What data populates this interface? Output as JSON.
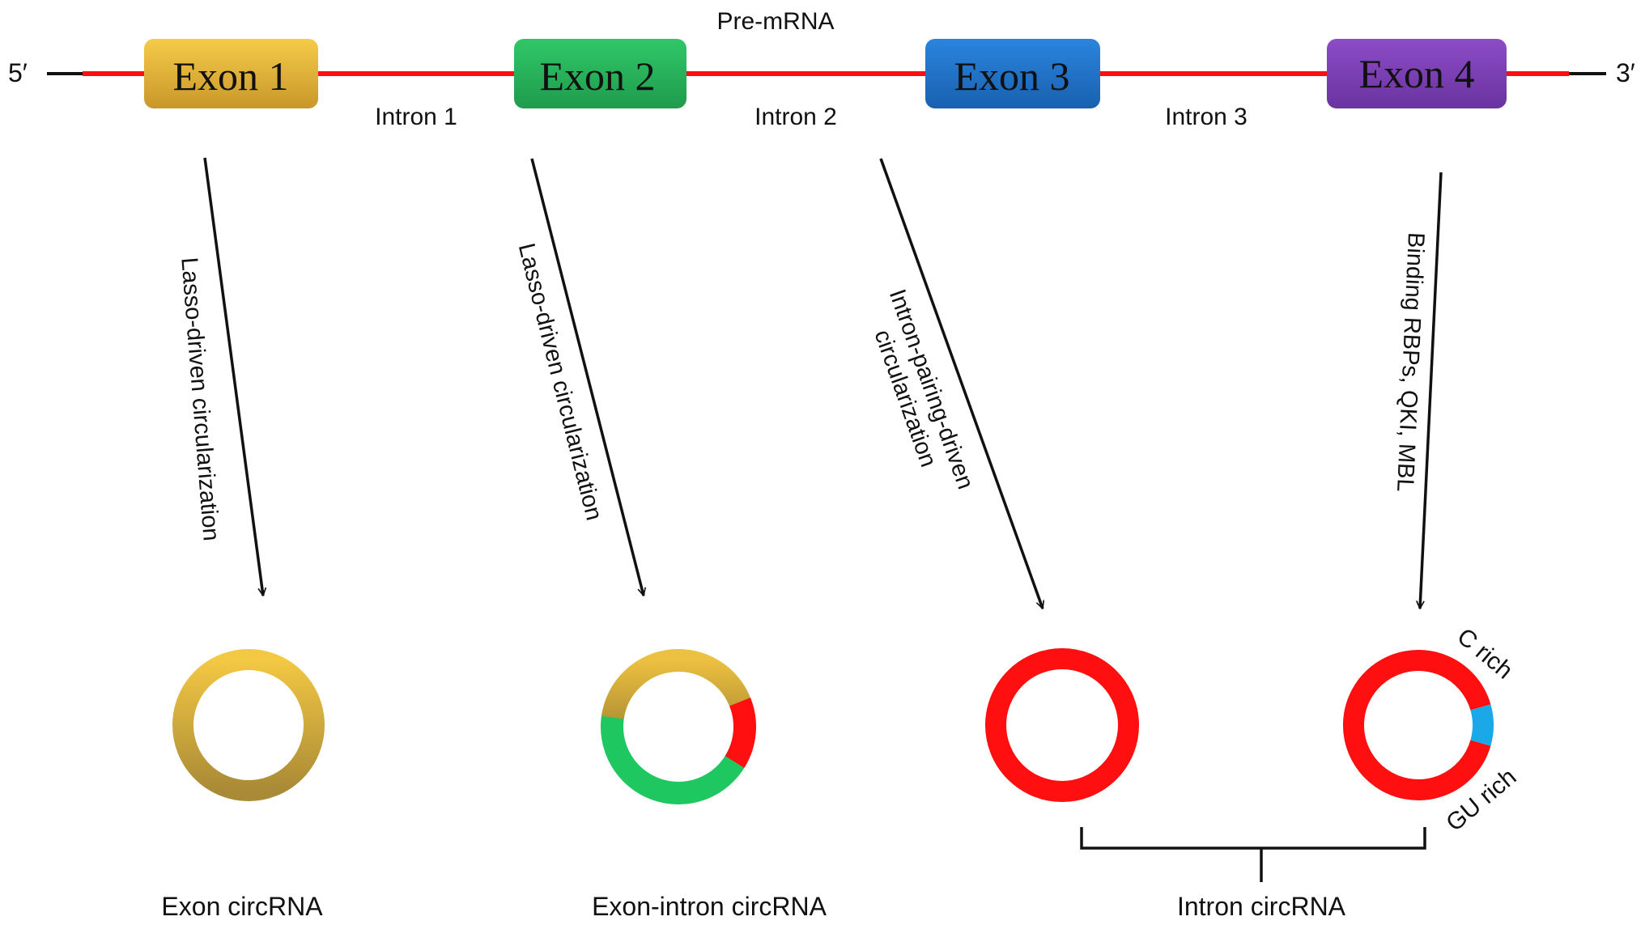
{
  "title": "Pre-mRNA",
  "ends": {
    "five_prime": "5′",
    "three_prime": "3′"
  },
  "exons": [
    {
      "label": "Exon 1",
      "color": "#E6B535"
    },
    {
      "label": "Exon 2",
      "color": "#25B35A"
    },
    {
      "label": "Exon 3",
      "color": "#1E73C8"
    },
    {
      "label": "Exon 4",
      "color": "#7A3FB5"
    }
  ],
  "introns": [
    {
      "label": "Intron 1"
    },
    {
      "label": "Intron 2"
    },
    {
      "label": "Intron 3"
    }
  ],
  "pathways": [
    {
      "label": "Lasso-driven circularization"
    },
    {
      "label": "Lasso-driven circularization"
    },
    {
      "label_line1": "Intron-pairing-driven",
      "label_line2": "circularization"
    },
    {
      "label": "Binding RBPs, QKI, MBL"
    }
  ],
  "ring4_labels": {
    "c_rich": "C rich",
    "gu_rich": "GU rich"
  },
  "products": [
    {
      "label": "Exon circRNA"
    },
    {
      "label": "Exon-intron circRNA"
    },
    {
      "label": "Intron circRNA"
    }
  ],
  "colors": {
    "intron_line": "#FF1010",
    "end_line": "#111111",
    "exon_ring_gold": "#E6BB3A",
    "exon_ring_green": "#1FC760",
    "intron_ring_red": "#FF0F0F",
    "rich_region_blue": "#1AA8E8",
    "arrow": "#111111"
  }
}
